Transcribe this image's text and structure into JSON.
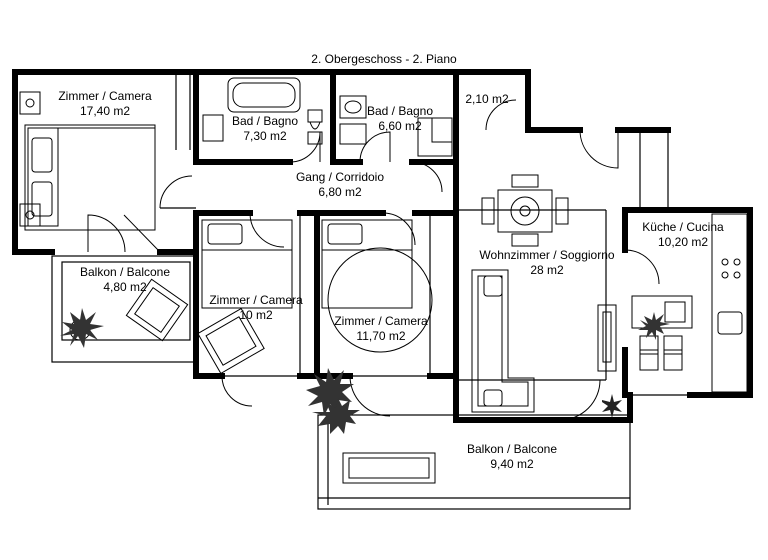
{
  "plan": {
    "title": "2. Obergeschoss - 2. Piano",
    "rooms": [
      {
        "key": "zimmer1",
        "name": "Zimmer / Camera",
        "area": "17,40 m2"
      },
      {
        "key": "bad1",
        "name": "Bad / Bagno",
        "area": "7,30 m2"
      },
      {
        "key": "bad2",
        "name": "Bad / Bagno",
        "area": "6,60 m2"
      },
      {
        "key": "abstell",
        "name": "",
        "area": "2,10 m2"
      },
      {
        "key": "gang",
        "name": "Gang / Corridoio",
        "area": "6,80 m2"
      },
      {
        "key": "balkon1",
        "name": "Balkon / Balcone",
        "area": "4,80 m2"
      },
      {
        "key": "zimmer2",
        "name": "Zimmer / Camera",
        "area": "10 m2"
      },
      {
        "key": "zimmer3",
        "name": "Zimmer / Camera",
        "area": "11,70 m2"
      },
      {
        "key": "wohn",
        "name": "Wohnzimmer / Soggiorno",
        "area": "28 m2"
      },
      {
        "key": "kueche",
        "name": "Küche / Cucina",
        "area": "10,20 m2"
      },
      {
        "key": "balkon2",
        "name": "Balkon / Balcone",
        "area": "9,40 m2"
      }
    ]
  }
}
